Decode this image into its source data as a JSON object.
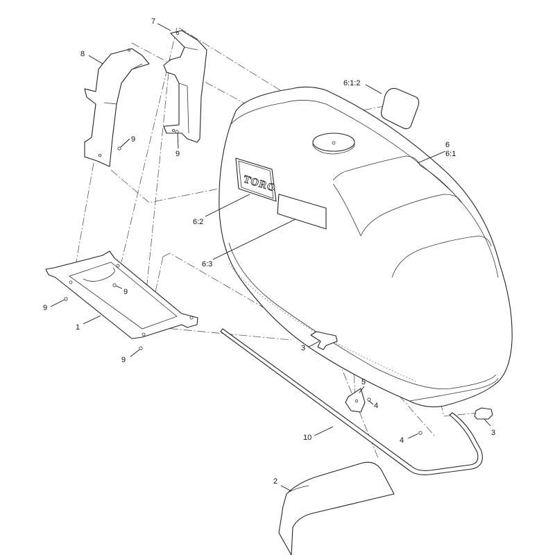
{
  "callouts": {
    "c1": "1",
    "c2": "2",
    "c3a": "3",
    "c3b": "3",
    "c4a": "4",
    "c4b": "4",
    "c5": "5",
    "c6": "6",
    "c61": "6:1",
    "c612": "6:1:2",
    "c62": "6:2",
    "c63": "6:3",
    "c7": "7",
    "c8": "8",
    "c9a": "9",
    "c9b": "9",
    "c9c": "9",
    "c9d": "9",
    "c9e": "9",
    "c10": "10"
  },
  "logo": {
    "text": "TORO"
  }
}
